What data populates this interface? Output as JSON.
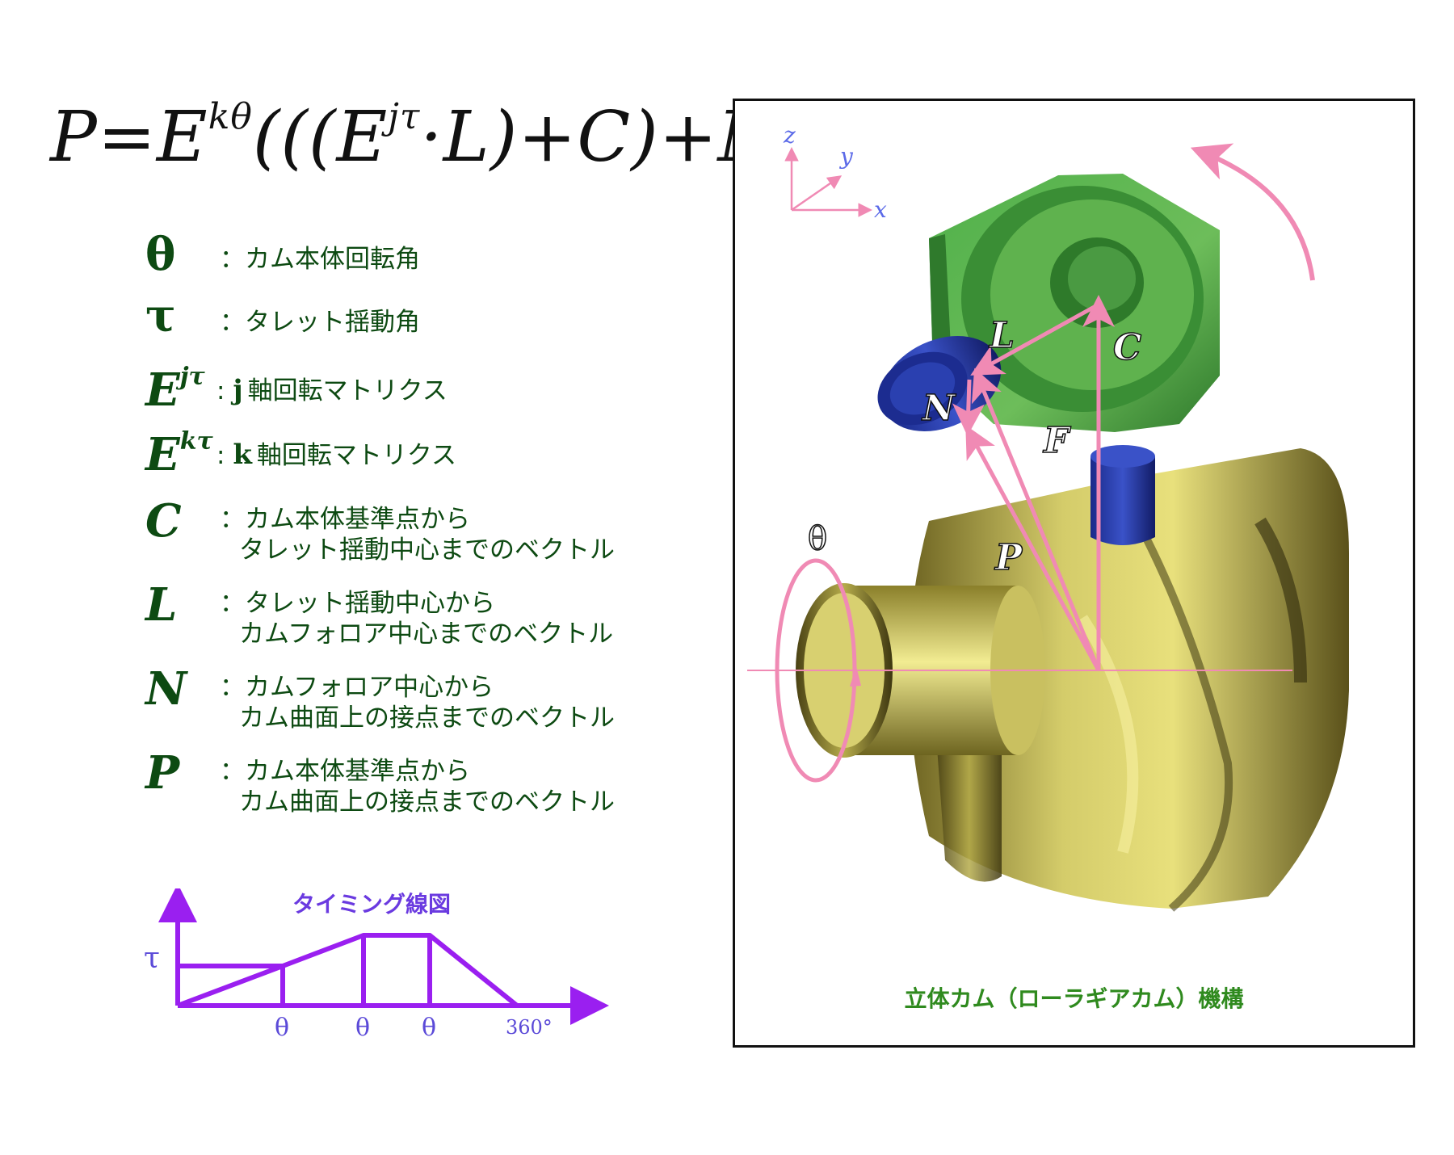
{
  "formula": {
    "p": "P=E",
    "p_sup": "kθ",
    "mid": "(((E",
    "mid_sup": "jτ",
    "rest": "·L)+C)+N)"
  },
  "legend": [
    {
      "symbol": "θ",
      "text": "：カム本体回転角"
    },
    {
      "symbol": "τ",
      "text": "：タレット揺動角"
    },
    {
      "symbol": "E",
      "sup": "jτ",
      "prefix": ":",
      "axis": "j",
      "text": "軸回転マトリクス"
    },
    {
      "symbol": "E",
      "sup": "kτ",
      "prefix": ":",
      "axis": "k",
      "text": "軸回転マトリクス"
    },
    {
      "symbol": "C",
      "text": "：カム本体基準点から",
      "text2": "タレット揺動中心までのベクトル"
    },
    {
      "symbol": "L",
      "text": "：タレット揺動中心から",
      "text2": "カムフォロア中心までのベクトル"
    },
    {
      "symbol": "N",
      "text": "：カムフォロア中心から",
      "text2": "カム曲面上の接点までのベクトル"
    },
    {
      "symbol": "P",
      "text": "：カム本体基準点から",
      "text2": "カム曲面上の接点までのベクトル"
    }
  ],
  "timing": {
    "title": "タイミング線図",
    "y_label": "τ",
    "x_labels": [
      "θ",
      "θ",
      "θ",
      "360°"
    ]
  },
  "figure": {
    "axes": {
      "x": "x",
      "y": "y",
      "z": "z"
    },
    "vector_labels": {
      "L": "L",
      "C": "C",
      "N": "N",
      "F": "F",
      "P": "P"
    },
    "theta_label": "θ",
    "caption": "立体カム（ローラギアカム）機構"
  },
  "colors": {
    "label_green": "#0d4a12",
    "timing_purple": "#9a1ff0",
    "vector_pink": "#f08ab4",
    "axis_blue": "#5b6ae8",
    "caption_green": "#2f8a1e"
  }
}
